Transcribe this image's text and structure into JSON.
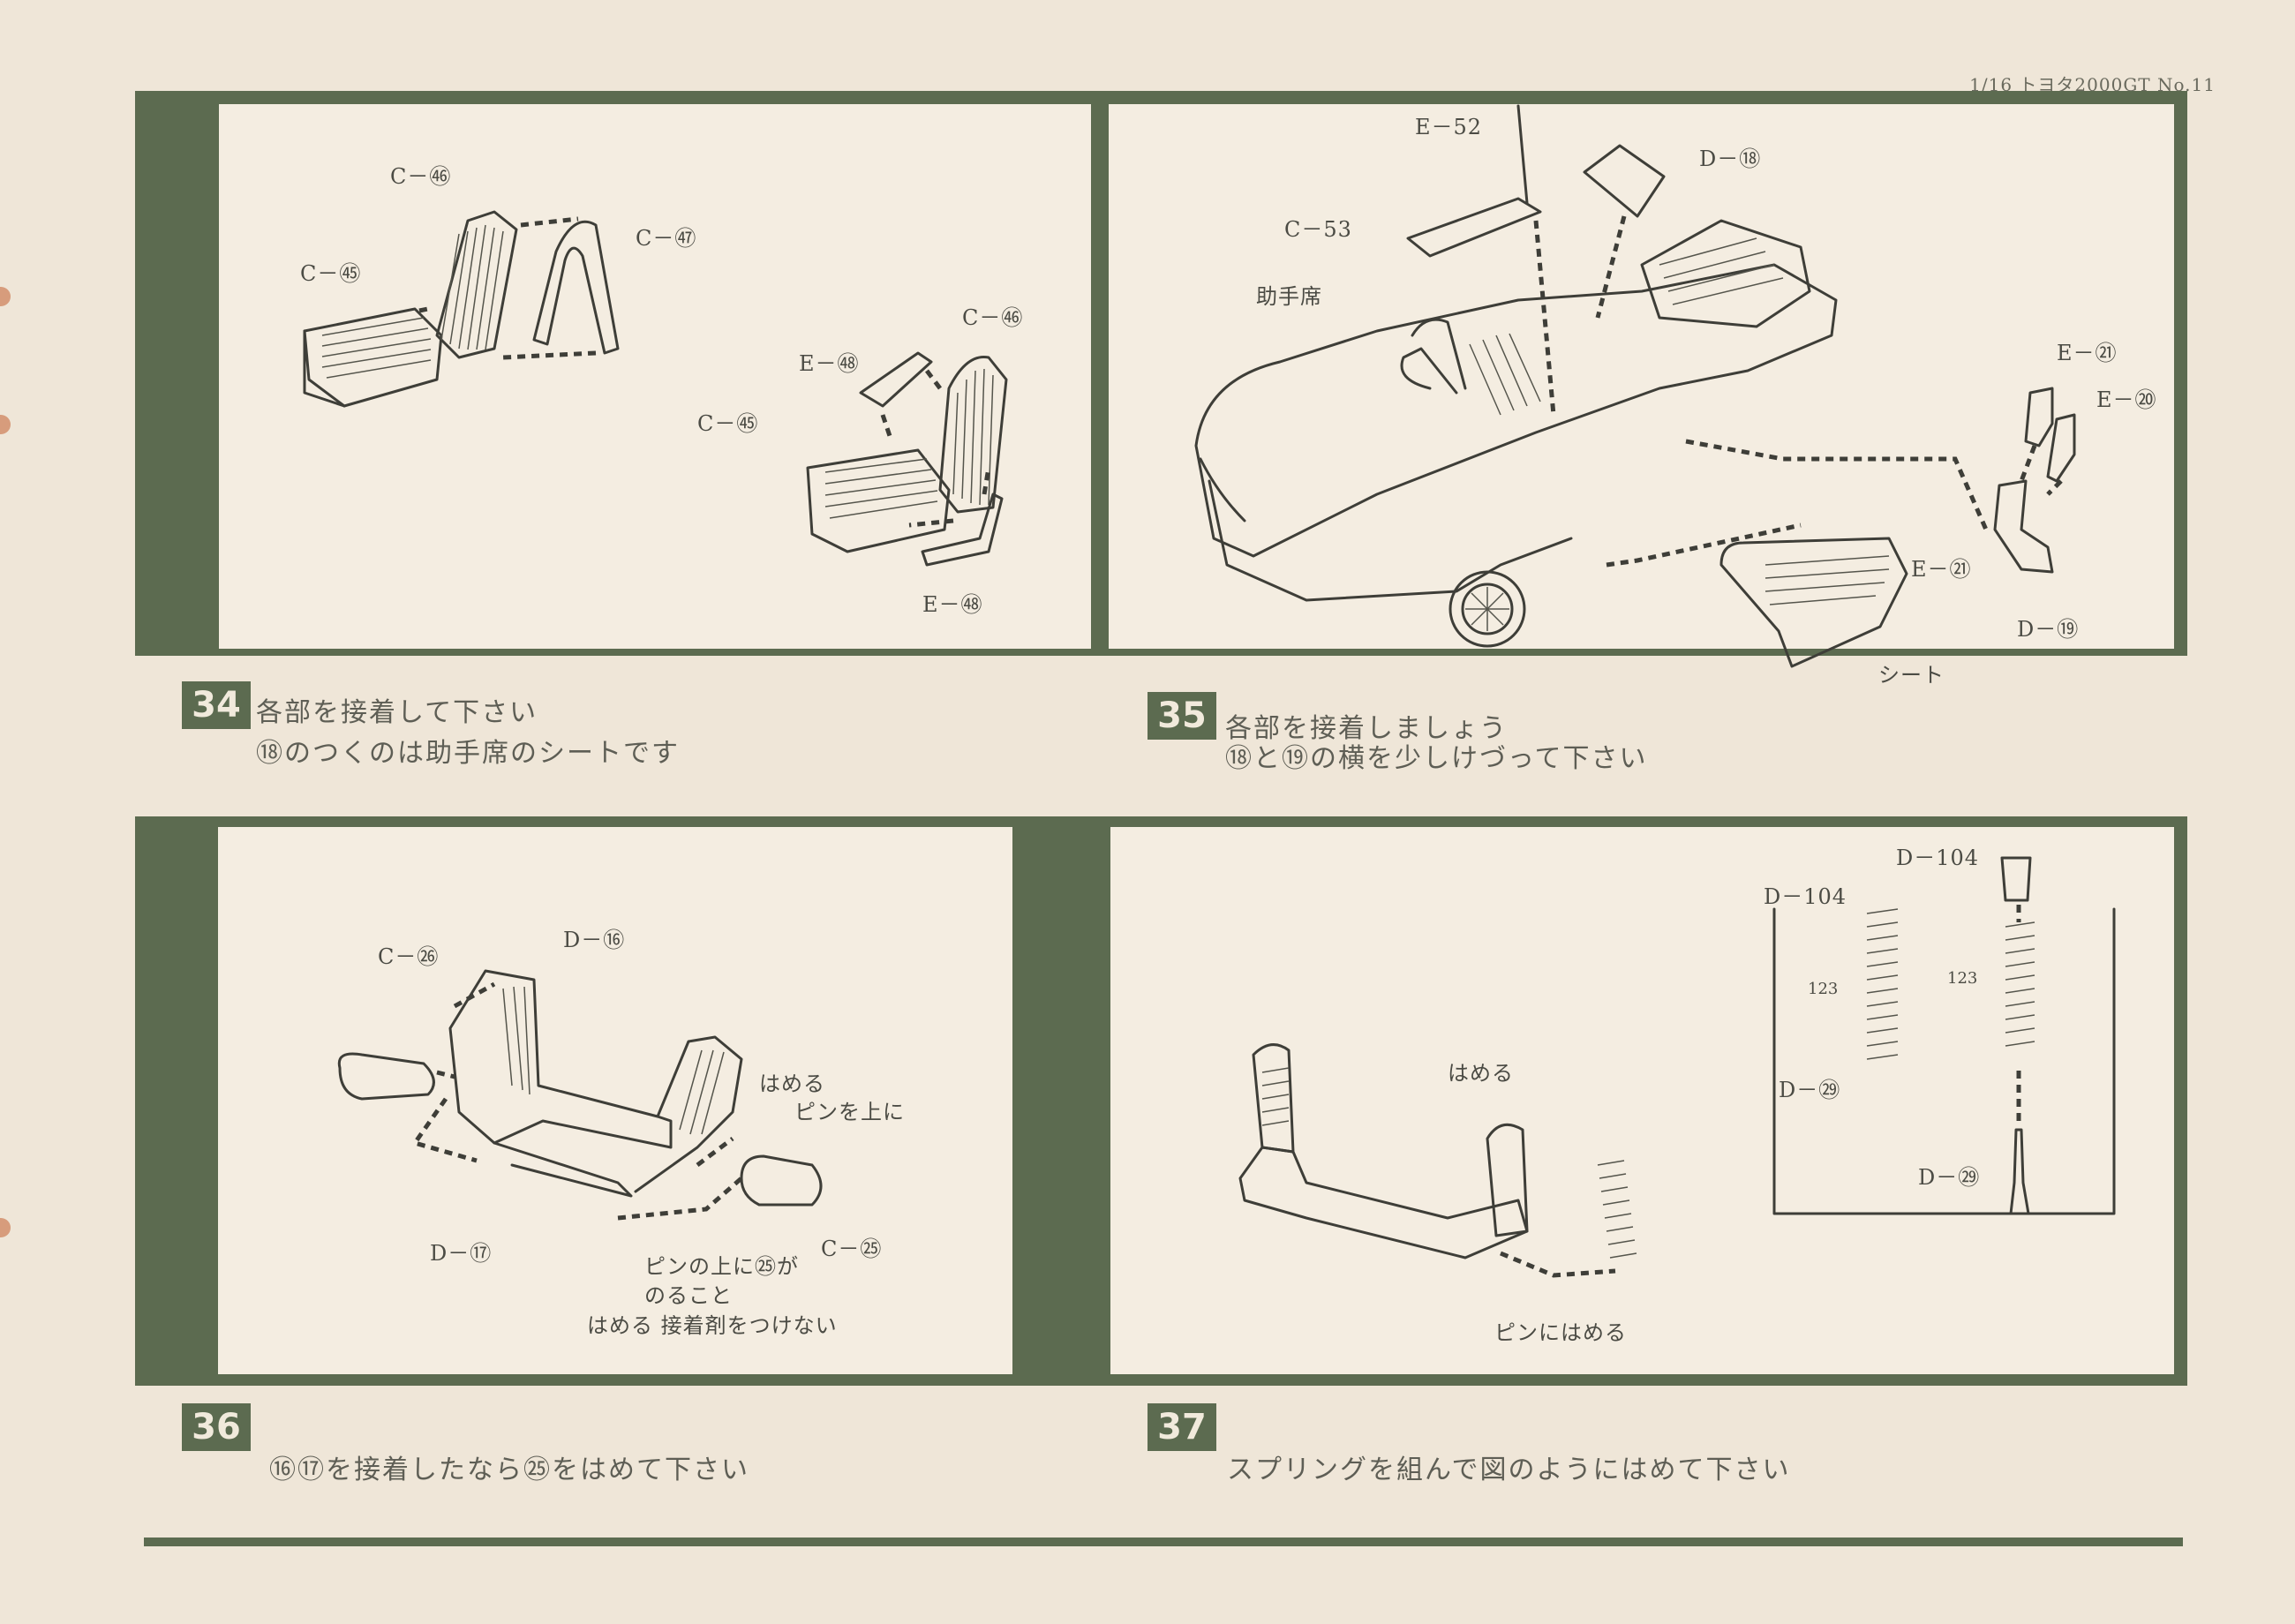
{
  "header": {
    "text": "1/16 トヨタ2000GT No.11"
  },
  "steps": [
    {
      "number": "34",
      "lines": [
        "各部を接着して下さい",
        "⑱のつくのは助手席のシートです"
      ]
    },
    {
      "number": "35",
      "lines": [
        "各部を接着しましょう",
        "⑱と⑲の横を少しけづって下さい"
      ]
    },
    {
      "number": "36",
      "lines": [
        "⑯⑰を接着したなら㉕をはめて下さい"
      ]
    },
    {
      "number": "37",
      "lines": [
        "スプリングを組んで図のようにはめて下さい"
      ]
    }
  ],
  "panel34": {
    "labels": [
      "C－㊻",
      "C－㊼",
      "C－㊺",
      "C－㊻",
      "E－㊽",
      "C－㊺",
      "E－㊽"
    ]
  },
  "panel35": {
    "labels": [
      "E－52",
      "D－⑱",
      "C－53",
      "助手席",
      "E－㉑",
      "E－⑳",
      "E－㉑",
      "D－⑲",
      "シート"
    ]
  },
  "panel36": {
    "labels": [
      "C－㉖",
      "D－⑯",
      "はめる",
      "ピンを上に",
      "C－㉕",
      "D－⑰",
      "ピンの上に㉕が",
      "のること",
      "はめる 接着剤をつけない"
    ]
  },
  "panel37": {
    "labels": [
      "D－104",
      "D－104",
      "123",
      "123",
      "D－㉙",
      "D－㉙",
      "はめる",
      "ピンにはめる"
    ]
  },
  "colors": {
    "band": "#5c6b50",
    "paper": "#efe6d8",
    "panel": "#f4ede1",
    "ink": "#3e3e38"
  }
}
